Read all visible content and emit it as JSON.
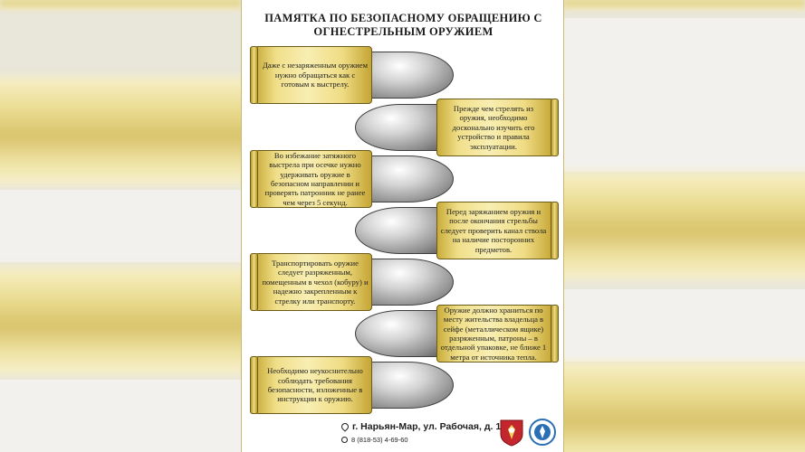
{
  "poster": {
    "title_line1": "ПАМЯТКА ПО БЕЗОПАСНОМУ ОБРАЩЕНИЮ С",
    "title_line2": "ОГНЕСТРЕЛЬНЫМ ОРУЖИЕМ",
    "items": [
      {
        "text": "Даже с незаряженным оружием нужно обращаться как с готовым к выстрелу."
      },
      {
        "text": "Прежде чем стрелять из оружия, необходимо досконально изучить его устройство и правила эксплуатации."
      },
      {
        "text": "Во избежание затяжного выстрела при осечке нужно удерживать оружие в безопасном направлении и проверять патронник не ранее чем через 5 секунд."
      },
      {
        "text": "Перед заряжанием оружия и после окончания стрельбы следует проверить канал ствола на наличие посторонних предметов."
      },
      {
        "text": "Транспортировать оружие следует разряженным, помещенным в чехол (кобуру) и надежно закрепленным к стрелку или транспорту."
      },
      {
        "text": "Оружие должно храниться по месту жительства владельца в сейфе (металлическом ящике) разряженным, патроны – в отдельной упаковке, не ближе 1 метра от источника тепла."
      },
      {
        "text": "Необходимо неукоснительно соблюдать требования безопасности, изложенные в инструкции к оружию."
      }
    ],
    "footer": {
      "address": "г. Нарьян-Мар, ул. Рабочая, д. 14 б",
      "phone": "8 (818-53) 4-69-60"
    }
  },
  "icons": {
    "pin": "location-pin-icon",
    "phone": "phone-icon",
    "emblem_left": "rosgvardia-emblem-icon",
    "emblem_right": "licensing-emblem-icon"
  },
  "colors": {
    "brass": "#f0df8a",
    "bullet": "#9a9a9a",
    "emblem_red": "#c4262e",
    "emblem_blue": "#2a6fb5"
  }
}
